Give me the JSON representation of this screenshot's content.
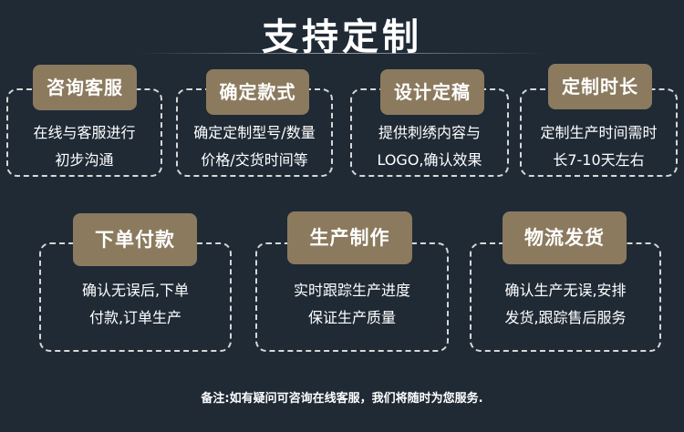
{
  "title": "支持定制",
  "row1": [
    {
      "name": "咨询客服",
      "lines": [
        "在线与客服进行",
        "初步沟通"
      ]
    },
    {
      "name": "确定款式",
      "lines": [
        "确定定制型号/数量",
        "价格/交货时间等"
      ]
    },
    {
      "name": "设计定稿",
      "lines": [
        "提供刺绣内容与",
        "LOGO,确认效果"
      ]
    },
    {
      "name": "定制时长",
      "lines": [
        "定制生产时间需时",
        "长7-10天左右"
      ]
    }
  ],
  "row2": [
    {
      "name": "下单付款",
      "lines": [
        "确认无误后,下单",
        "付款,订单生产"
      ]
    },
    {
      "name": "生产制作",
      "lines": [
        "实时跟踪生产进度",
        "保证生产质量"
      ]
    },
    {
      "name": "物流发货",
      "lines": [
        "确认生产无误,安排",
        "发货,跟踪售后服务"
      ]
    }
  ],
  "note": "备注:如有疑问可咨询在线客服，我们将随时为您服务."
}
